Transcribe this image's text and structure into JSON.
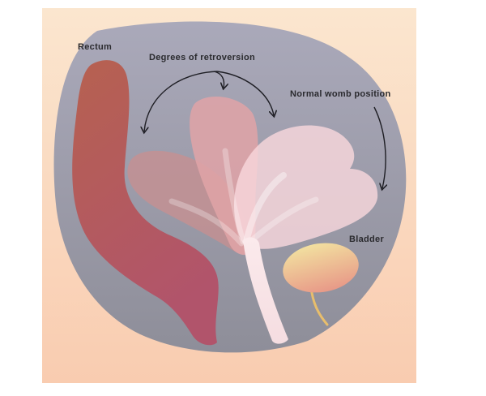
{
  "labels": {
    "rectum": "Rectum",
    "degrees": "Degrees of retroversion",
    "normal": "Normal womb position",
    "bladder": "Bladder"
  },
  "colors": {
    "background_top": "#fbe6cf",
    "background_bottom": "#f9ccb0",
    "pelvis_top": "#aaa9ba",
    "pelvis_bottom": "#8e8e99",
    "rectum_top": "#b66150",
    "rectum_bottom": "#b1546b",
    "uterus_back": "#c69091",
    "uterus_mid": "#e0a3a7",
    "uterus_front": "#f8d7dc",
    "cervix": "#f6e3e6",
    "bladder_top": "#f2e1a0",
    "bladder_bottom": "#e89a88",
    "urethra": "#e8be6c",
    "arrow": "#1e1e24"
  }
}
